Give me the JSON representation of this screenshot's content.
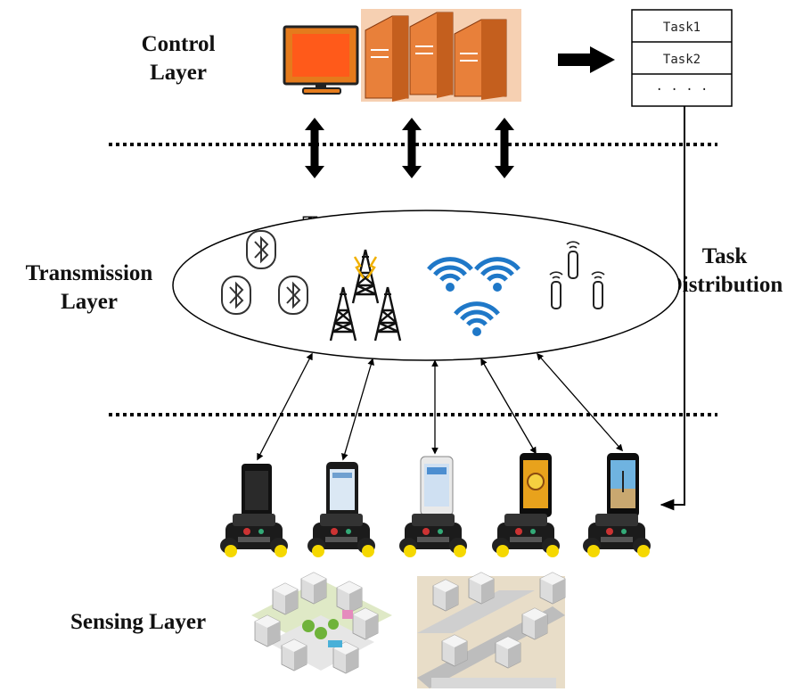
{
  "layers": {
    "control": [
      "Control",
      "Layer"
    ],
    "transmission": [
      "Transmission",
      "Layer"
    ],
    "sensing": "Sensing Layer"
  },
  "network_title": "Transmission Network",
  "task_distribution": [
    "Task",
    "Distribution"
  ],
  "task_list": [
    "Task1",
    "Task2",
    "· · · ·"
  ],
  "colors": {
    "wifi": "#1f78c8",
    "server": "#e8803a",
    "monitor_screen": "#ff5a1a",
    "lightning": "#f0b000",
    "wheels": "#f5d800"
  },
  "icons": [
    "monitor-icon",
    "server-icon",
    "bluetooth-icon",
    "cell-tower-icon",
    "wifi-icon",
    "antenna-icon",
    "smartphone-icon",
    "robot-car-icon",
    "city-illustration",
    "street-illustration"
  ]
}
